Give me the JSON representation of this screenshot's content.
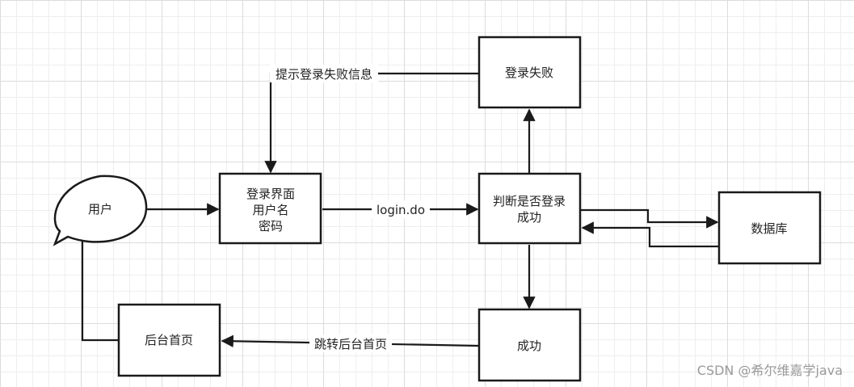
{
  "diagram": {
    "nodes": {
      "user": {
        "label": "用户"
      },
      "login_page": {
        "lines": [
          "登录界面",
          "用户名",
          "密码"
        ]
      },
      "check": {
        "lines": [
          "判断是否登录",
          "成功"
        ]
      },
      "fail": {
        "label": "登录失败"
      },
      "database": {
        "label": "数据库"
      },
      "success": {
        "label": "成功"
      },
      "admin_home": {
        "label": "后台首页"
      }
    },
    "edges": {
      "login_do": "login.do",
      "show_fail": "提示登录失败信息",
      "jump_home": "跳转后台首页"
    }
  },
  "watermark": "CSDN @希尔维嘉学java"
}
